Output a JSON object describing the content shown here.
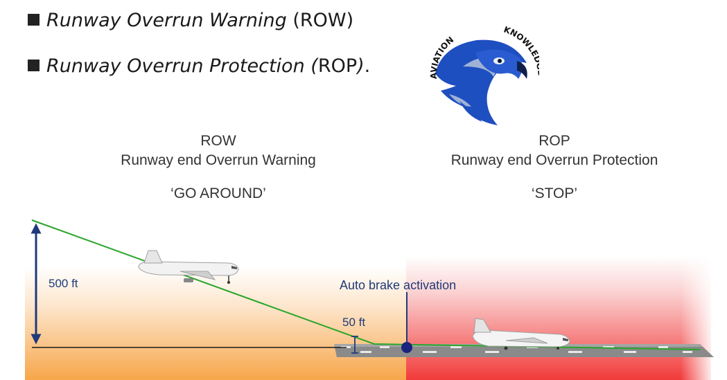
{
  "bullets": [
    {
      "italic": "Runway Overrun Warning",
      "plain": " (ROW)"
    },
    {
      "italic": "Runway Overrun Protection (",
      "plain": "ROP",
      "italic_tail": ")",
      "end": "."
    }
  ],
  "logo": {
    "text_top": "AVIATION",
    "text_bottom": "KNOWLEDGE"
  },
  "row": {
    "abbr": "ROW",
    "full": "Runway end Overrun Warning",
    "callout": "‘GO AROUND’"
  },
  "rop": {
    "abbr": "ROP",
    "full": "Runway end Overrun Protection",
    "callout": "‘STOP’"
  },
  "labels": {
    "height_500": "500 ft",
    "height_50": "50 ft",
    "autobrake": "Auto brake activation"
  },
  "icons": [
    "logo-eagle-icon",
    "aircraft-approach-icon",
    "aircraft-landing-icon",
    "bullet-square-icon"
  ],
  "colors": {
    "glide_path": "#2aa52a",
    "arrow_blue": "#1f3a7a",
    "row_zone": "#f7a64a",
    "rop_zone": "#f23a3a",
    "runway": "#8a8a8a",
    "eagle_blue": "#1e4fc0"
  }
}
